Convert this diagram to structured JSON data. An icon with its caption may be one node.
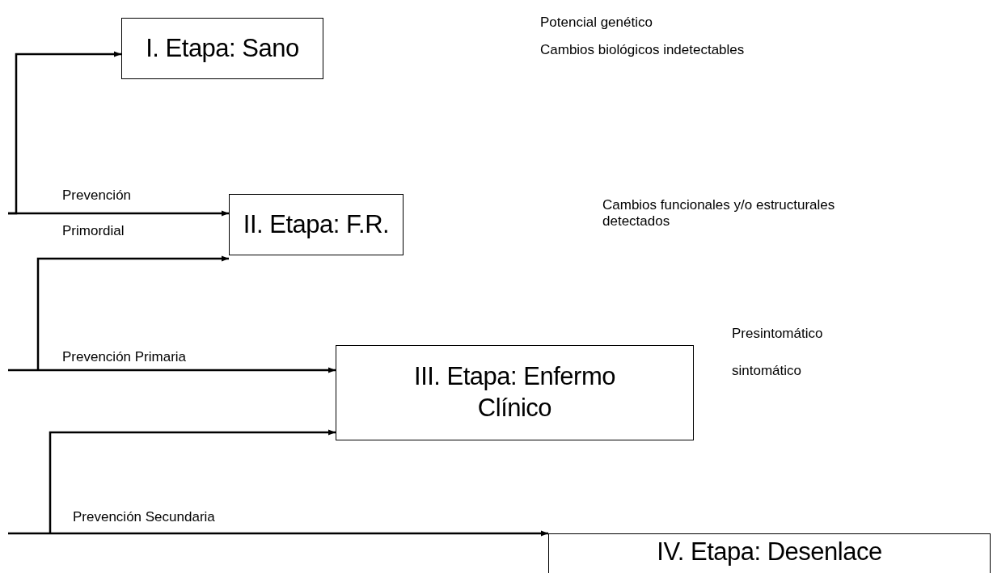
{
  "diagram": {
    "nodes": [
      {
        "text": [
          "I. Etapa: Sano"
        ]
      },
      {
        "text": [
          "II. Etapa: F.R."
        ]
      },
      {
        "text": [
          "III. Etapa: Enfermo Clínico"
        ],
        "beside": [
          "Presintomático",
          "sintomático"
        ]
      },
      {
        "text": [
          "IV. Etapa: Desenlace"
        ]
      }
    ],
    "edges": [
      {
        "from": null,
        "to": 0,
        "arrow": "to"
      },
      {
        "from": null,
        "to": 1,
        "arrow": "to"
      },
      {
        "from": null,
        "to": 1,
        "arrow": "to"
      },
      {
        "from": null,
        "to": 2,
        "arrow": "to",
        "label": "Prevención Primaria"
      },
      {
        "from": null,
        "to": 2,
        "arrow": "to"
      },
      {
        "from": null,
        "to": 3,
        "arrow": "to",
        "label": "Prevención Secundaria"
      }
    ],
    "labels": [
      "Potencial genético",
      "Cambios biológicos indetectables",
      "Prevención",
      "Cambios funcionales y/o estructurales detectados",
      "Primordial"
    ]
  }
}
